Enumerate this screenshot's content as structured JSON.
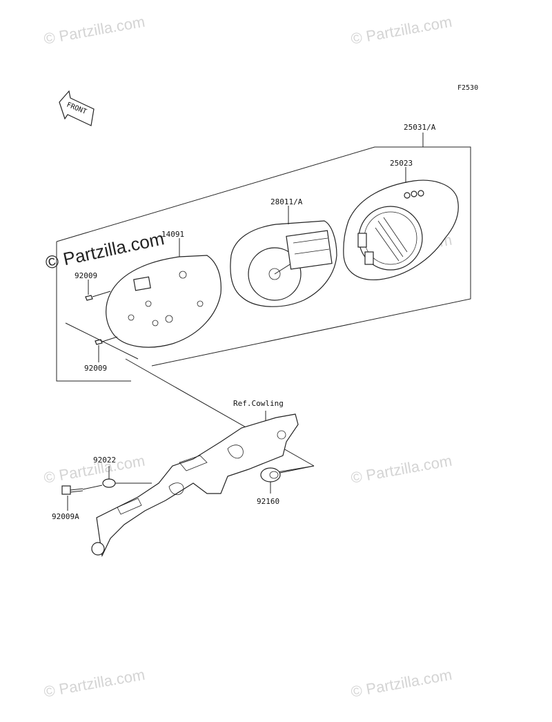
{
  "figure_code": "F2530",
  "front_arrow_label": "FRONT",
  "watermark": "© Partzilla.com",
  "watermark_large": "© Partzilla.com",
  "callouts": {
    "assembly": "25031/A",
    "cover": "25023",
    "meter_unit": "28011/A",
    "case": "14091",
    "screw_upper": "92009",
    "screw_lower": "92009",
    "ref_cowling": "Ref.Cowling",
    "washer": "92022",
    "bolt": "92009A",
    "grommet": "92160"
  }
}
